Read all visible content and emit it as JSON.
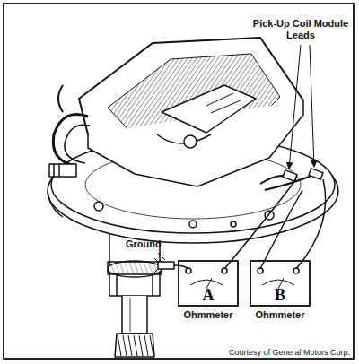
{
  "diagram": {
    "nodes": [
      {
        "text": [
          "A",
          "Ohmmeter"
        ]
      },
      {
        "text": [
          "B",
          "Ohmmeter"
        ]
      }
    ],
    "labels": [
      "Pick-Up Coil Module Leads",
      "Ground",
      "Courtesy of General Motors Corp."
    ]
  }
}
